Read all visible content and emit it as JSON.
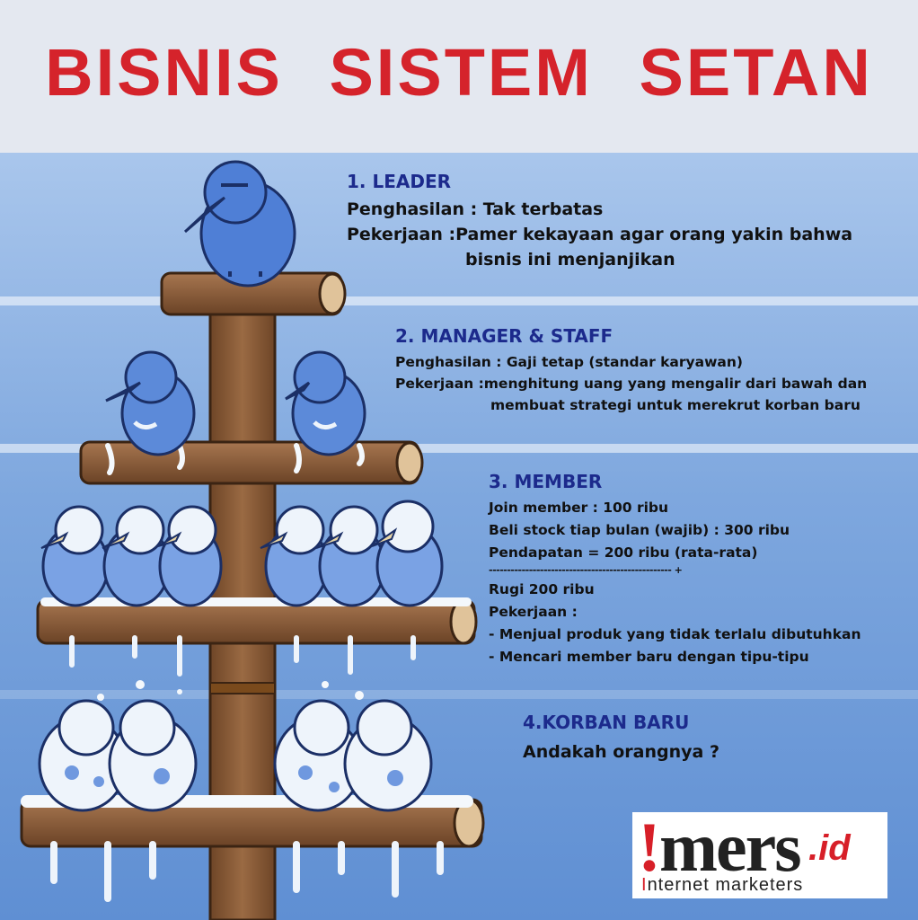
{
  "title": {
    "words": [
      "BISNIS",
      "SISTEM",
      "SETAN"
    ]
  },
  "levels": [
    {
      "heading": "1. LEADER",
      "lines": [
        "Penghasilan : Tak terbatas",
        "Pekerjaan :Pamer kekayaan agar orang yakin bahwa",
        "bisnis ini menjanjikan"
      ]
    },
    {
      "heading": "2. MANAGER & STAFF",
      "lines": [
        "Penghasilan : Gaji tetap (standar karyawan)",
        "Pekerjaan :menghitung uang yang mengalir dari bawah dan",
        "membuat strategi untuk merekrut korban baru"
      ]
    },
    {
      "heading": "3. MEMBER",
      "lines": [
        "Join member : 100 ribu",
        "Beli stock tiap bulan (wajib) : 300 ribu",
        "Pendapatan =  200 ribu (rata-rata)",
        "--------------------------------------------------  +",
        "Rugi  200 ribu",
        "Pekerjaan :",
        "- Menjual produk yang tidak terlalu dibutuhkan",
        "- Mencari member baru dengan tipu-tipu"
      ]
    },
    {
      "heading": "4.KORBAN BARU",
      "lines": [
        "Andakah orangnya ?"
      ]
    }
  ],
  "logo": {
    "excl": "!",
    "main": "mers",
    "suffix": ".id",
    "sub_red": "I",
    "sub_text": "nternet marketers"
  },
  "colors": {
    "title_red": "#d5232b",
    "heading_blue": "#1c2a8c",
    "bird_blue": "#4f7fd6",
    "ice": "#eef4fb",
    "wood": "#8a5d3b"
  }
}
